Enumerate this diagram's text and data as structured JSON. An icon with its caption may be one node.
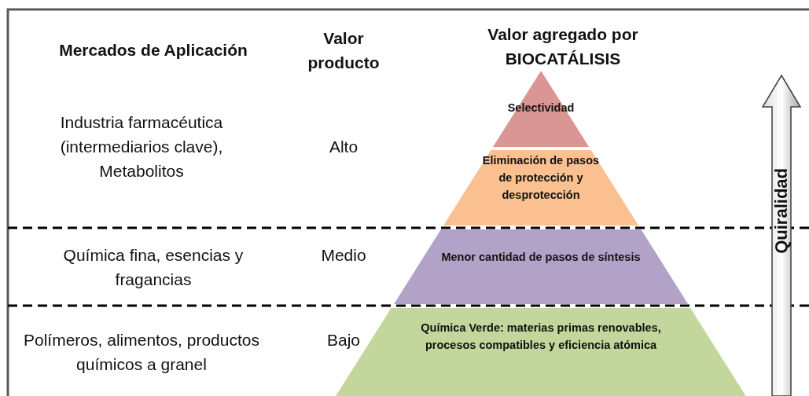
{
  "diagram": {
    "nodes": [
      {
        "text": [
          "Selectividad"
        ]
      },
      {
        "text": [
          "Eliminación de pasos de protección y desprotección"
        ]
      },
      {
        "text": [
          "Menor cantidad de pasos de síntesis"
        ]
      },
      {
        "text": [
          "Química Verde: materias primas renovables, procesos compatibles y eficiencia atómica"
        ]
      },
      {
        "text": [
          "Quiralidad"
        ]
      }
    ],
    "edges": [],
    "labels": [
      "Mercados de Aplicación",
      "Valor producto",
      "Valor agregado por BIOCATÁLISIS",
      "Industria farmacéutica (intermediarios clave), Metabolitos",
      "Alto",
      "Química fina, esencias y fragancias",
      "Medio",
      "Polímeros, alimentos, productos químicos a granel",
      "Bajo"
    ]
  }
}
